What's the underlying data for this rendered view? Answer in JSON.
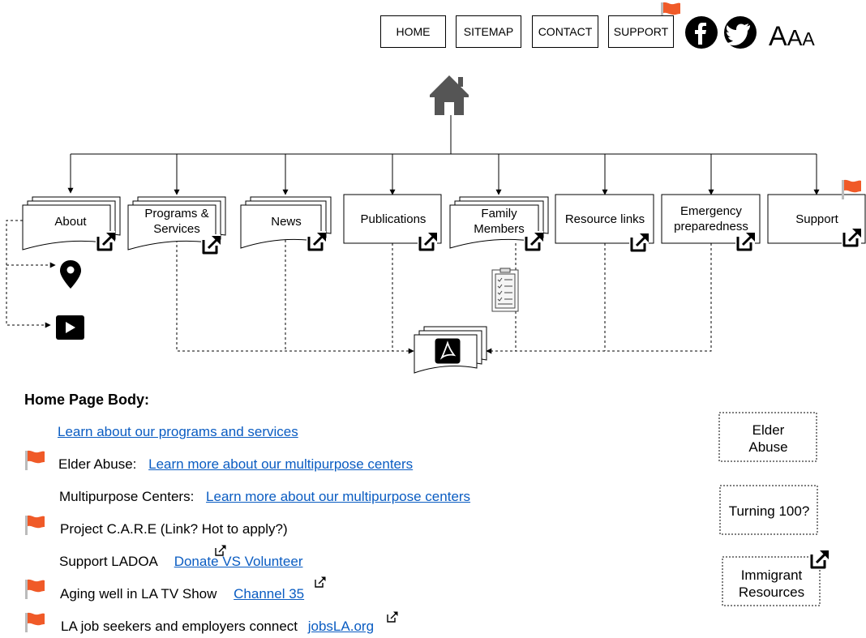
{
  "nav": {
    "buttons": [
      {
        "id": "home",
        "label": "HOME"
      },
      {
        "id": "sitemap",
        "label": "SITEMAP"
      },
      {
        "id": "contact",
        "label": "CONTACT"
      },
      {
        "id": "support",
        "label": "SUPPORT"
      }
    ],
    "social_icons": [
      "facebook-icon",
      "twitter-icon"
    ],
    "text_size_glyphs": [
      "A",
      "A",
      "A"
    ]
  },
  "tree": {
    "root_icon": "home-icon",
    "nodes": [
      {
        "id": "about",
        "label": "About",
        "shape": "stacked-document",
        "link_icon": "external-link-icon"
      },
      {
        "id": "programs",
        "label": "Programs &\nServices",
        "shape": "stacked-document",
        "link_icon": "external-link-icon"
      },
      {
        "id": "news",
        "label": "News",
        "shape": "stacked-document",
        "link_icon": "external-link-icon"
      },
      {
        "id": "publications",
        "label": "Publications",
        "shape": "page",
        "link_icon": "external-link-icon"
      },
      {
        "id": "family",
        "label": "Family\nMembers",
        "shape": "stacked-document",
        "link_icon": "external-link-icon"
      },
      {
        "id": "resources",
        "label": "Resource links",
        "shape": "page",
        "link_icon": "external-link-icon"
      },
      {
        "id": "emergency",
        "label": "Emergency\npreparedness",
        "shape": "page",
        "link_icon": "external-link-icon"
      },
      {
        "id": "support",
        "label": "Support",
        "shape": "page",
        "link_icon": "external-link-icon",
        "flagged": true
      }
    ],
    "about_targets": [
      "map-pin-icon",
      "video-play-icon"
    ],
    "checklist_icon": "checklist-icon",
    "pdf_target_icon": "pdf-icon"
  },
  "body": {
    "title": "Home Page Body:",
    "rows": [
      {
        "flag": false,
        "text": "",
        "link": "Learn about our programs and services",
        "external": false
      },
      {
        "flag": true,
        "text": "Elder Abuse:",
        "link": "Learn more about our multipurpose centers",
        "external": false
      },
      {
        "flag": false,
        "text": "Multipurpose Centers:",
        "link": "Learn more about our multipurpose centers",
        "external": false
      },
      {
        "flag": true,
        "text": "Project C.A.R.E (Link? Hot to apply?)",
        "link": "",
        "external": false
      },
      {
        "flag": false,
        "text": "Support LADOA",
        "link": "Donate VS Volunteer",
        "external": true
      },
      {
        "flag": true,
        "text": "Aging well in LA TV Show",
        "link": "Channel 35",
        "external": true
      },
      {
        "flag": true,
        "text": "LA job seekers and employers connect",
        "link": "jobsLA.org",
        "external": true
      }
    ]
  },
  "sidebar": {
    "boxes": [
      {
        "id": "elder",
        "label": "Elder\nAbuse",
        "external": false
      },
      {
        "id": "turning",
        "label": "Turning 100?",
        "external": false
      },
      {
        "id": "immigrant",
        "label": "Immigrant\nResources",
        "external": true
      }
    ]
  },
  "colors": {
    "flag": "#f05a28",
    "link": "#0a5cc2",
    "icon": "#555555"
  }
}
